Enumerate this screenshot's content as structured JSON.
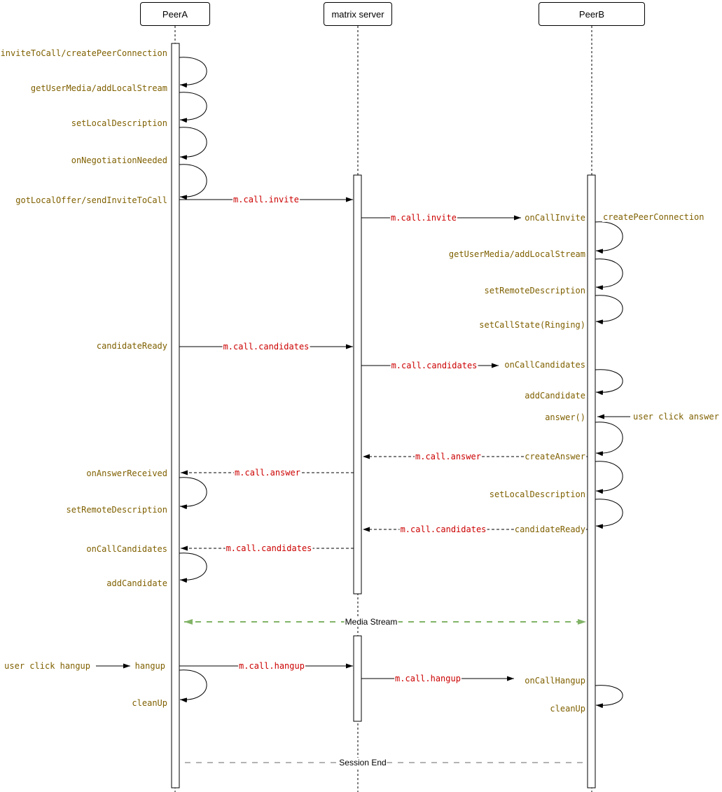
{
  "actors": {
    "peer_a": "PeerA",
    "matrix_server": "matrix server",
    "peer_b": "PeerB"
  },
  "peer_a_steps": {
    "invite_to_call": "inviteToCall/createPeerConnection",
    "get_user_media": "getUserMedia/addLocalStream",
    "set_local_description": "setLocalDescription",
    "on_negotiation_needed": "onNegotiationNeeded",
    "got_local_offer": "gotLocalOffer/sendInviteToCall",
    "candidate_ready": "candidateReady",
    "on_answer_received": "onAnswerReceived",
    "set_remote_description": "setRemoteDescription",
    "on_call_candidates": "onCallCandidates",
    "add_candidate": "addCandidate",
    "user_click_hangup": "user click hangup",
    "hangup": "hangup",
    "clean_up": "cleanUp"
  },
  "peer_b_steps": {
    "on_call_invite": "onCallInvite",
    "create_peer_connection": "createPeerConnection",
    "get_user_media": "getUserMedia/addLocalStream",
    "set_remote_description": "setRemoteDescription",
    "set_call_state_ringing": "setCallState(Ringing)",
    "on_call_candidates": "onCallCandidates",
    "add_candidate": "addCandidate",
    "answer": "answer()",
    "user_click_answer": "user click answer",
    "create_answer": "createAnswer",
    "set_local_description": "setLocalDescription",
    "candidate_ready": "candidateReady",
    "on_call_hangup": "onCallHangup",
    "clean_up": "cleanUp"
  },
  "messages": {
    "invite_a_to_server": "m.call.invite",
    "invite_server_to_b": "m.call.invite",
    "candidates_a_to_server": "m.call.candidates",
    "candidates_server_to_b": "m.call.candidates",
    "answer_b_to_server": "m.call.answer",
    "answer_server_to_a": "m.call.answer",
    "candidates_b_to_server": "m.call.candidates",
    "candidates_server_to_a": "m.call.candidates",
    "hangup_a_to_server": "m.call.hangup",
    "hangup_server_to_b": "m.call.hangup"
  },
  "annotations": {
    "media_stream": "Media Stream",
    "session_end": "Session End"
  },
  "colors": {
    "step_text": "#7F6000",
    "message_text": "#CC0000",
    "media_stream": "#82B366",
    "session_end": "#B3B3B3",
    "line": "#000000"
  }
}
